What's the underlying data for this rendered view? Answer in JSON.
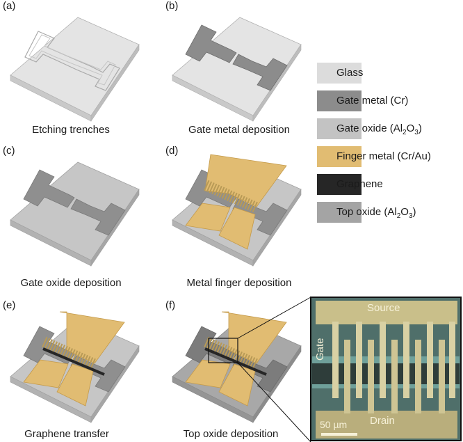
{
  "panels": [
    {
      "label": "(a)",
      "caption": "Etching trenches"
    },
    {
      "label": "(b)",
      "caption": "Gate metal deposition"
    },
    {
      "label": "(c)",
      "caption": "Gate oxide deposition"
    },
    {
      "label": "(d)",
      "caption": "Metal finger deposition"
    },
    {
      "label": "(e)",
      "caption": "Graphene transfer"
    },
    {
      "label": "(f)",
      "caption": "Top oxide deposition"
    }
  ],
  "legend": [
    {
      "name": "Glass",
      "color": "#dcdcdc"
    },
    {
      "name": "Gate metal (Cr)",
      "color": "#8c8c8c"
    },
    {
      "name_pre": "Gate oxide (Al",
      "sub1": "2",
      "name_mid": "O",
      "sub2": "3",
      "name_post": ")",
      "color": "#c3c3c3"
    },
    {
      "name": "Finger metal (Cr/Au)",
      "color": "#e1bc72"
    },
    {
      "name": "Graphene",
      "color": "#262626"
    },
    {
      "name_pre": "Top oxide (Al",
      "sub1": "2",
      "name_mid": "O",
      "sub2": "3",
      "name_post": ")",
      "color": "#a4a4a4"
    }
  ],
  "micrograph": {
    "source_label": "Source",
    "drain_label": "Drain",
    "gate_label": "Gate",
    "scale_bar_label": "50 µm"
  }
}
